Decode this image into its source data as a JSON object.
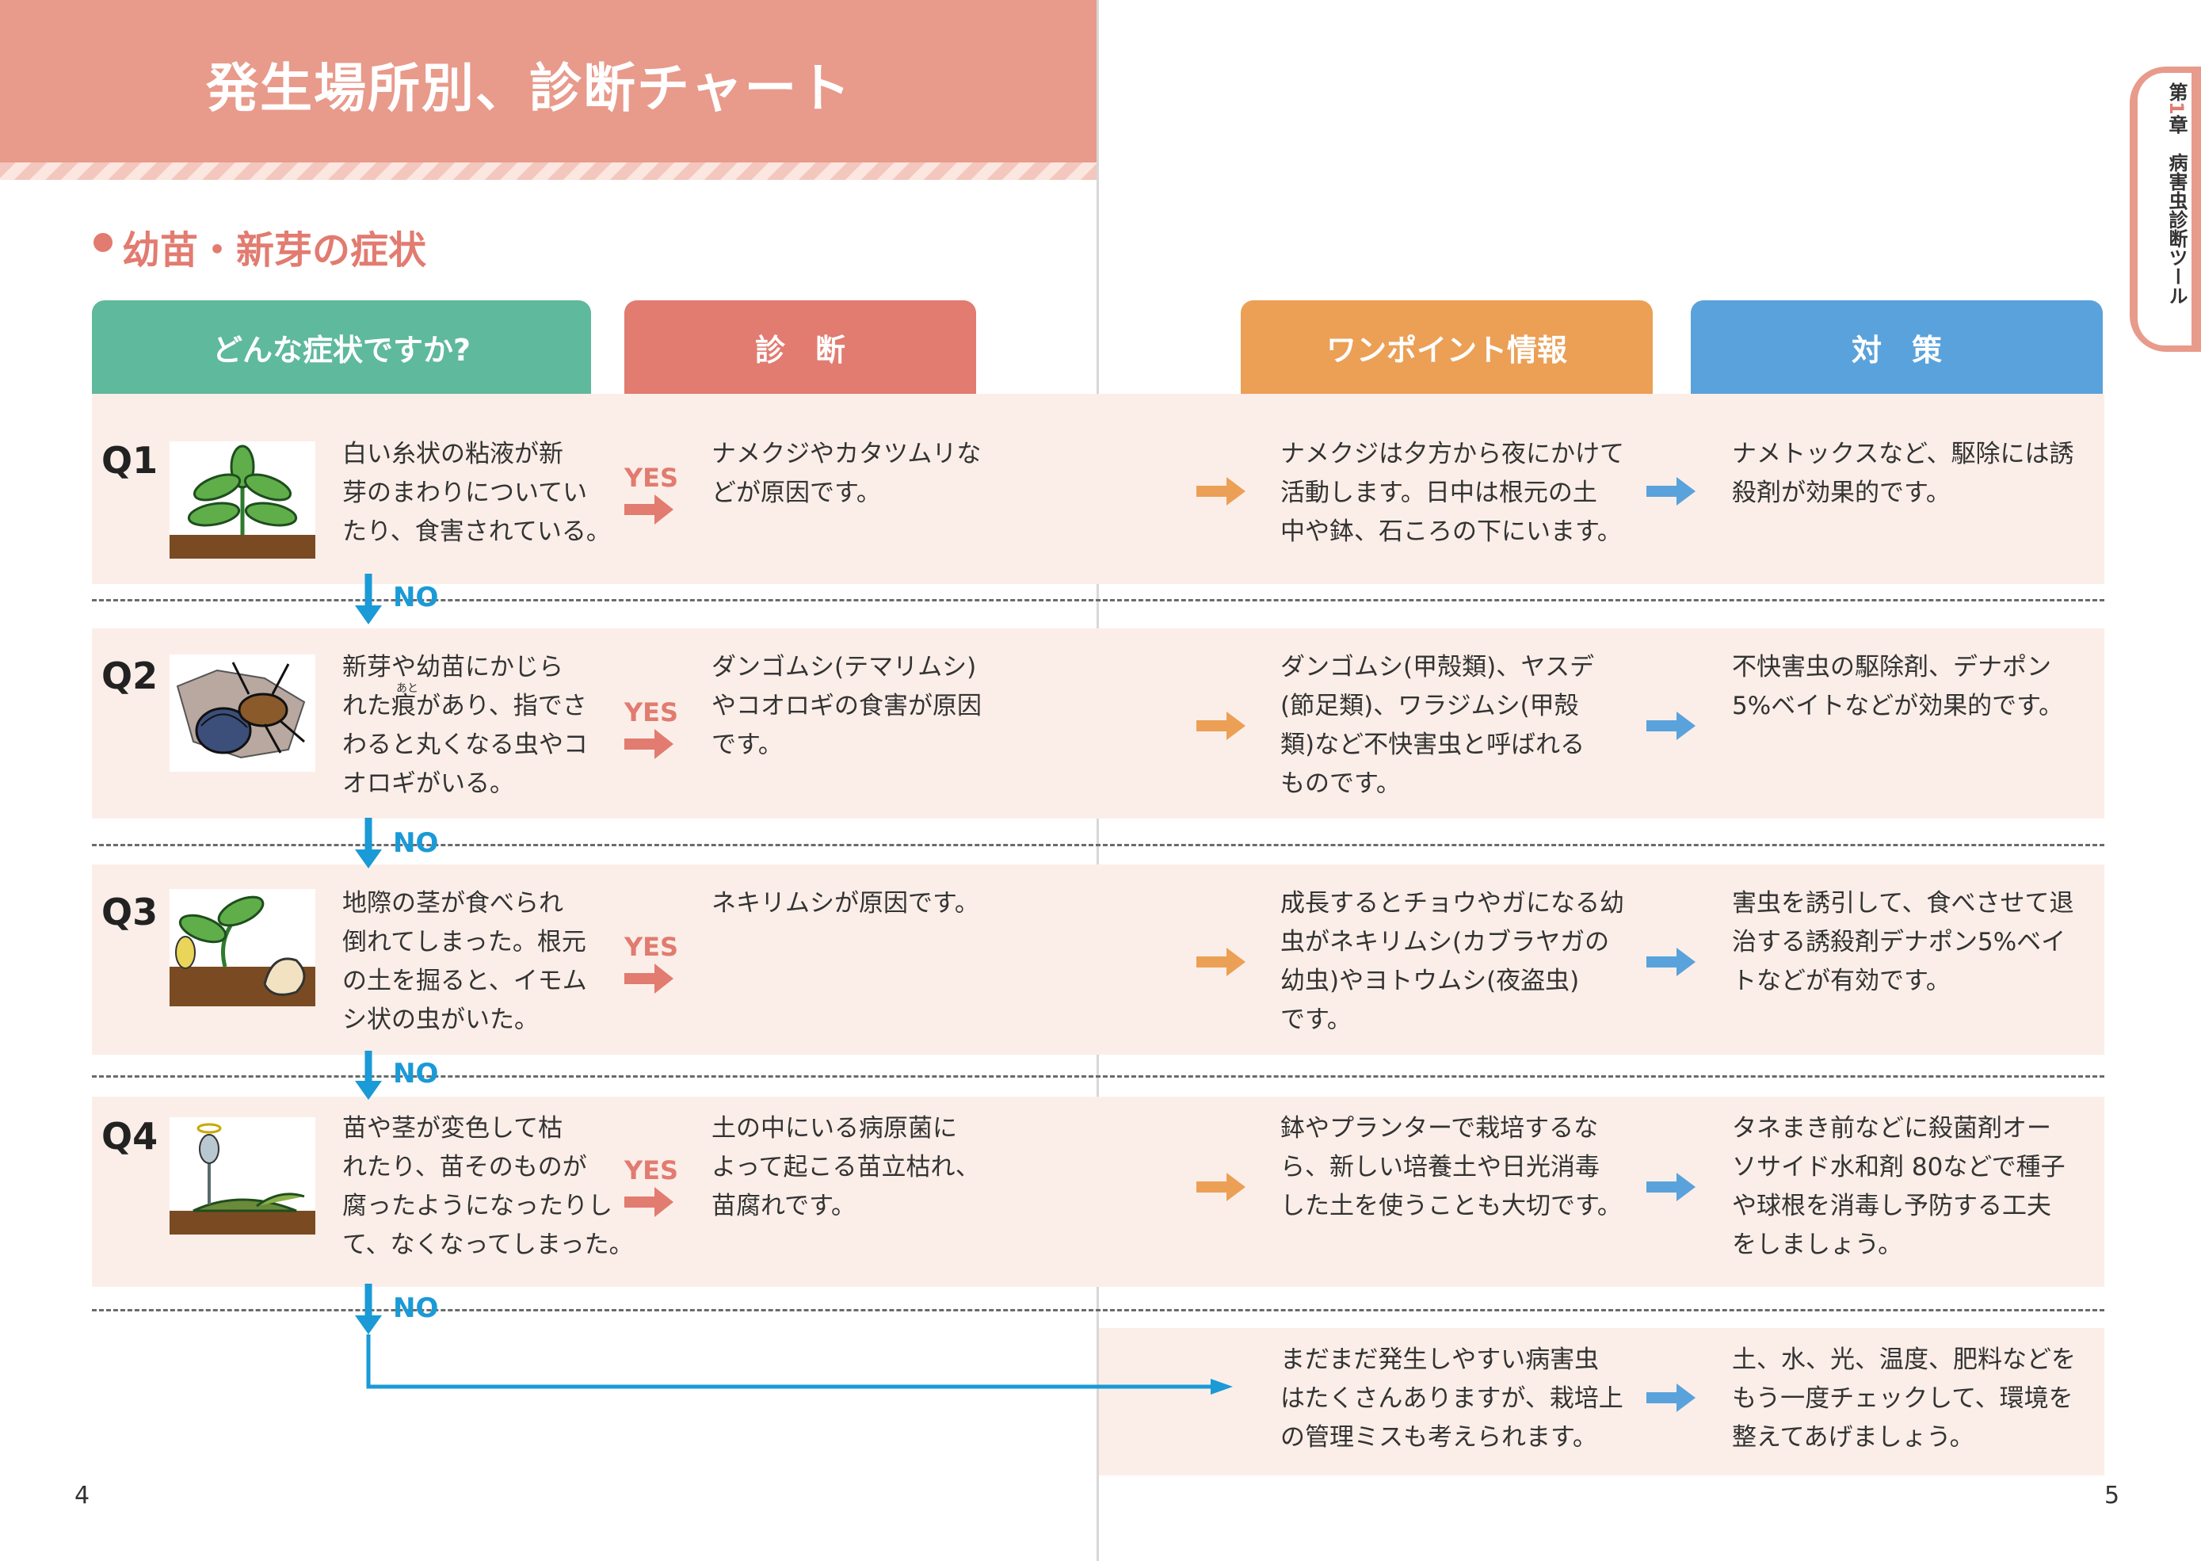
{
  "title": "発生場所別、診断チャート",
  "section_title": "幼苗・新芽の症状",
  "headers": {
    "symptom": "どんな症状ですか?",
    "diagnosis": "診　断",
    "onepoint": "ワンポイント情報",
    "measure": "対　策"
  },
  "labels": {
    "yes": "YES",
    "no": "NO"
  },
  "questions": [
    {
      "id": "Q1",
      "symptom": [
        "白い糸状の粘液が新",
        "芽のまわりについてい",
        "たり、食害されている。"
      ],
      "diagnosis": [
        "ナメクジやカタツムリな",
        "どが原因です。"
      ],
      "onepoint": [
        "ナメクジは夕方から夜にかけて",
        "活動します。日中は根元の土",
        "中や鉢、石ころの下にいます。"
      ],
      "measure": [
        "ナメトックスなど、駆除には誘",
        "殺剤が効果的です。"
      ]
    },
    {
      "id": "Q2",
      "symptom": [
        "新芽や幼苗にかじら",
        "れた痕があり、指でさ",
        "わると丸くなる虫やコ",
        "オロギがいる。"
      ],
      "ruby": "あと",
      "diagnosis": [
        "ダンゴムシ(テマリムシ)",
        "やコオロギの食害が原因",
        "です。"
      ],
      "onepoint": [
        "ダンゴムシ(甲殻類)、ヤスデ",
        "(節足類)、ワラジムシ(甲殻",
        "類)など不快害虫と呼ばれる",
        "ものです。"
      ],
      "measure": [
        "不快害虫の駆除剤、デナポン",
        "5%ベイトなどが効果的です。"
      ]
    },
    {
      "id": "Q3",
      "symptom": [
        "地際の茎が食べられ",
        "倒れてしまった。根元",
        "の土を掘ると、イモム",
        "シ状の虫がいた。"
      ],
      "diagnosis": [
        "ネキリムシが原因です。"
      ],
      "onepoint": [
        "成長するとチョウやガになる幼",
        "虫がネキリムシ(カブラヤガの",
        "幼虫)やヨトウムシ(夜盗虫)",
        "です。"
      ],
      "measure": [
        "害虫を誘引して、食べさせて退",
        "治する誘殺剤デナポン5%ベイ",
        "トなどが有効です。"
      ]
    },
    {
      "id": "Q4",
      "symptom": [
        "苗や茎が変色して枯",
        "れたり、苗そのものが",
        "腐ったようになったりし",
        "て、なくなってしまった。"
      ],
      "diagnosis": [
        "土の中にいる病原菌に",
        "よって起こる苗立枯れ、",
        "苗腐れです。"
      ],
      "onepoint": [
        "鉢やプランターで栽培するな",
        "ら、新しい培養土や日光消毒",
        "した土を使うことも大切です。"
      ],
      "measure": [
        "タネまき前などに殺菌剤オー",
        "ソサイド水和剤 80などで種子",
        "や球根を消毒し予防する工夫",
        "をしましょう。"
      ]
    }
  ],
  "final": {
    "onepoint": [
      "まだまだ発生しやすい病害虫",
      "はたくさんありますが、栽培上",
      "の管理ミスも考えられます。"
    ],
    "measure": [
      "土、水、光、温度、肥料などを",
      "もう一度チェックして、環境を",
      "整えてあげましょう。"
    ]
  },
  "page_left": "4",
  "page_right": "5",
  "side_tab": {
    "chapter": "第",
    "num": "1",
    "chapter_end": "章",
    "text": "病害虫診断ツール"
  },
  "colors": {
    "banner": "#e89a8b",
    "accent_red": "#e27b70",
    "green_header": "#5fb99c",
    "orange": "#eba056",
    "blue": "#5aa2db",
    "row_bg": "#fbeee8",
    "no_blue": "#1a9ad6"
  }
}
